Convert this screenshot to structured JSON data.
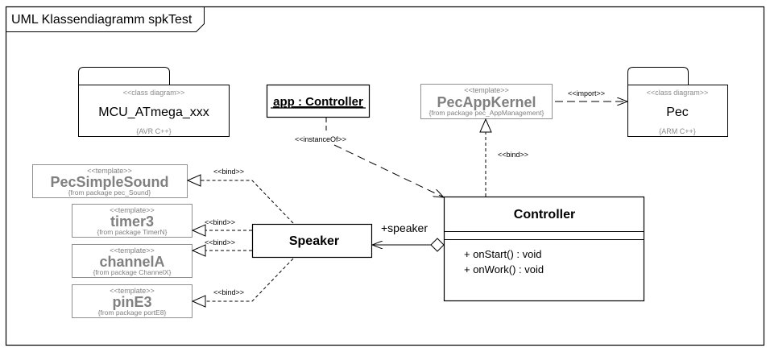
{
  "frame": {
    "title": "UML Klassendiagramm spkTest"
  },
  "packages": [
    {
      "id": "mcu",
      "stereotype": "<<class diagram>>",
      "name": "MCU_ATmega_xxx",
      "tag": "{AVR C++}"
    },
    {
      "id": "pec",
      "stereotype": "<<class diagram>>",
      "name": "Pec",
      "tag": "{ARM C++}"
    }
  ],
  "object": {
    "name": "app : Controller"
  },
  "templates": [
    {
      "id": "pecappkernel",
      "stereotype": "<<template>>",
      "name": "PecAppKernel",
      "from": "{from package pec_AppManagement}"
    },
    {
      "id": "pecsimplesound",
      "stereotype": "<<template>>",
      "name": "PecSimpleSound",
      "from": "{from package pec_Sound}"
    },
    {
      "id": "timer3",
      "stereotype": "<<template>>",
      "name": "timer3",
      "from": "{from package TimerN}"
    },
    {
      "id": "channela",
      "stereotype": "<<template>>",
      "name": "channelA",
      "from": "{from package ChannelX}"
    },
    {
      "id": "pine3",
      "stereotype": "<<template>>",
      "name": "pinE3",
      "from": "{from package portE8}"
    }
  ],
  "classes": {
    "speaker": {
      "name": "Speaker"
    },
    "controller": {
      "name": "Controller",
      "operations": [
        "+ onStart() : void",
        "+ onWork() : void"
      ]
    }
  },
  "relations": {
    "import": "<<import>>",
    "instanceOf": "<<instanceOf>>",
    "bind": "<<bind>>",
    "association_role": "+speaker"
  },
  "colors": {
    "line": "#000000",
    "template_text": "#808080",
    "template_border": "#909090",
    "muted_text": "#8a8a8a"
  }
}
